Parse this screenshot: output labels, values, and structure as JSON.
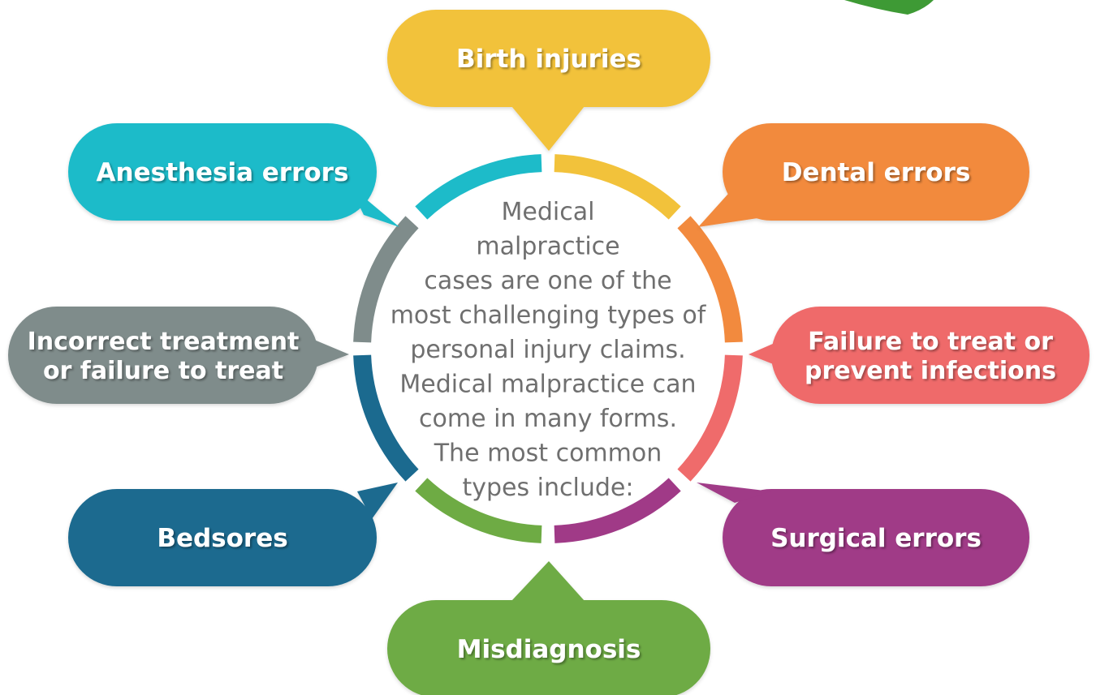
{
  "center": {
    "lines": [
      "Medical",
      "malpractice",
      "cases are one of the",
      "most challenging types of",
      "personal injury claims.",
      "Medical malpractice can",
      "come in many forms.",
      "The most common",
      "types include:"
    ]
  },
  "bubbles": [
    {
      "id": "birth-injuries",
      "lines": [
        "Birth injuries"
      ],
      "color": "#F2C23B"
    },
    {
      "id": "dental-errors",
      "lines": [
        "Dental errors"
      ],
      "color": "#F28A3E"
    },
    {
      "id": "failure-to-treat-infections",
      "lines": [
        "Failure to treat or",
        "prevent infections"
      ],
      "color": "#EF6B6B"
    },
    {
      "id": "surgical-errors",
      "lines": [
        "Surgical errors"
      ],
      "color": "#A03A87"
    },
    {
      "id": "misdiagnosis",
      "lines": [
        "Misdiagnosis"
      ],
      "color": "#6EAB44"
    },
    {
      "id": "bedsores",
      "lines": [
        "Bedsores"
      ],
      "color": "#1B6A8F"
    },
    {
      "id": "incorrect-treatment",
      "lines": [
        "Incorrect treatment",
        "or failure to treat"
      ],
      "color": "#7F8C8B"
    },
    {
      "id": "anesthesia-errors",
      "lines": [
        "Anesthesia errors"
      ],
      "color": "#1DBBC9"
    }
  ],
  "accent": {
    "corner_leaf_color": "#3E9A35"
  }
}
